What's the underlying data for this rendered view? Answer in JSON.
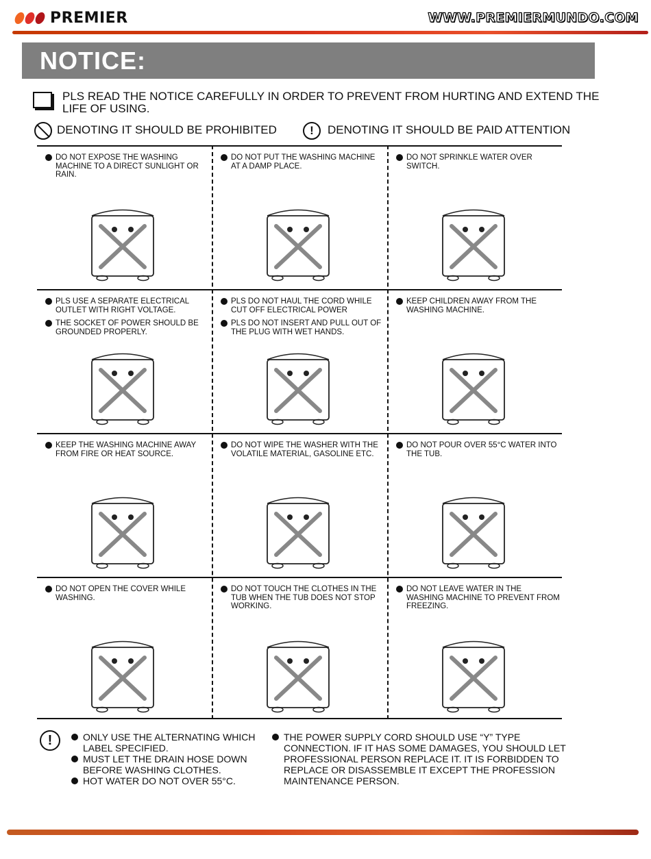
{
  "header": {
    "brand": "PREMIER",
    "website": "WWW.PREMIERMUNDO.COM",
    "brand_colors": [
      "#f26522",
      "#e0302a",
      "#b0151a"
    ]
  },
  "notice": {
    "title": "NOTICE:",
    "intro": "PLS READ THE NOTICE CAREFULLY IN ORDER TO PREVENT FROM HURTING AND EXTEND THE LIFE OF USING.",
    "legend_prohibited": "DENOTING IT SHOULD BE PROHIBITED",
    "legend_attention": "DENOTING IT SHOULD BE PAID ATTENTION"
  },
  "cells": [
    {
      "bullets": [
        "DO NOT EXPOSE THE WASHING MACHINE TO A DIRECT SUNLIGHT OR RAIN."
      ],
      "icon": "washer-in-rain-icon"
    },
    {
      "bullets": [
        "DO NOT PUT THE WASHING MACHINE AT A DAMP PLACE."
      ],
      "icon": "washer-damp-place-icon"
    },
    {
      "bullets": [
        "DO NOT SPRINKLE WATER OVER SWITCH."
      ],
      "icon": "water-on-switch-icon"
    },
    {
      "bullets": [
        "PLS USE A SEPARATE ELECTRICAL OUTLET WITH RIGHT VOLTAGE.",
        "THE SOCKET OF POWER SHOULD BE GROUNDED PROPERLY."
      ],
      "icon": "power-strip-icon"
    },
    {
      "bullets": [
        "PLS DO NOT HAUL THE CORD WHILE CUT OFF ELECTRICAL POWER",
        "PLS DO NOT INSERT AND PULL OUT OF THE PLUG WITH WET HANDS."
      ],
      "icon": "wall-plug-hand-icon"
    },
    {
      "bullets": [
        "KEEP CHILDREN AWAY FROM THE WASHING MACHINE."
      ],
      "icon": "child-climbing-washer-icon"
    },
    {
      "bullets": [
        "KEEP THE WASHING MACHINE AWAY FROM FIRE OR HEAT SOURCE."
      ],
      "icon": "washer-near-fire-icon"
    },
    {
      "bullets": [
        "DO NOT WIPE THE WASHER WITH THE VOLATILE MATERIAL, GASOLINE ETC."
      ],
      "icon": "washer-gasoline-icon"
    },
    {
      "bullets": [
        "DO NOT POUR OVER 55°C WATER INTO THE TUB."
      ],
      "icon": "hot-water-tub-icon"
    },
    {
      "bullets": [
        "DO NOT OPEN THE COVER WHILE WASHING."
      ],
      "icon": "washer-cover-open-icon"
    },
    {
      "bullets": [
        "DO NOT TOUCH THE CLOTHES IN THE TUB WHEN THE TUB DOES NOT STOP WORKING."
      ],
      "icon": "spinning-tub-icon"
    },
    {
      "bullets": [
        "DO NOT LEAVE WATER IN THE WASHING MACHINE TO PREVENT FROM FREEZING."
      ],
      "icon": "washer-freezing-icon"
    }
  ],
  "footer": {
    "left": [
      "ONLY USE THE ALTERNATING WHICH LABEL SPECIFIED.",
      "MUST LET THE DRAIN HOSE DOWN BEFORE WASHING CLOTHES.",
      "HOT WATER DO NOT OVER 55°C."
    ],
    "right": "THE POWER SUPPLY CORD SHOULD USE “Y” TYPE CONNECTION. IF IT HAS SOME DAMAGES, YOU SHOULD LET PROFESSIONAL PERSON REPLACE IT. IT IS FORBIDDEN TO REPLACE OR DISASSEMBLE IT EXCEPT THE PROFESSION MAINTENANCE PERSON."
  }
}
